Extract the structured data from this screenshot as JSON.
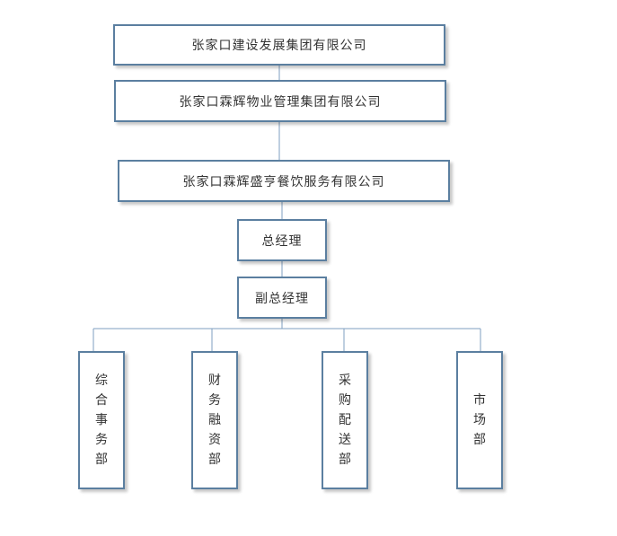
{
  "org_chart": {
    "group_company": "张家口建设发展集团有限公司",
    "property_group": "张家口霖辉物业管理集团有限公司",
    "catering_company": "张家口霖辉盛亨餐饮服务有限公司",
    "general_manager": "总经理",
    "deputy_general_manager": "副总经理",
    "departments": [
      {
        "name": "综合事务部",
        "chars": [
          "综",
          "合",
          "事",
          "务",
          "部"
        ]
      },
      {
        "name": "财务融资部",
        "chars": [
          "财",
          "务",
          "融",
          "资",
          "部"
        ]
      },
      {
        "name": "采购配送部",
        "chars": [
          "采",
          "购",
          "配",
          "送",
          "部"
        ]
      },
      {
        "name": "市场部",
        "chars": [
          "市",
          "场",
          "部"
        ]
      }
    ]
  },
  "colors": {
    "border": "#5b7fa0",
    "connector": "#7f9fc0",
    "text": "#333333"
  }
}
